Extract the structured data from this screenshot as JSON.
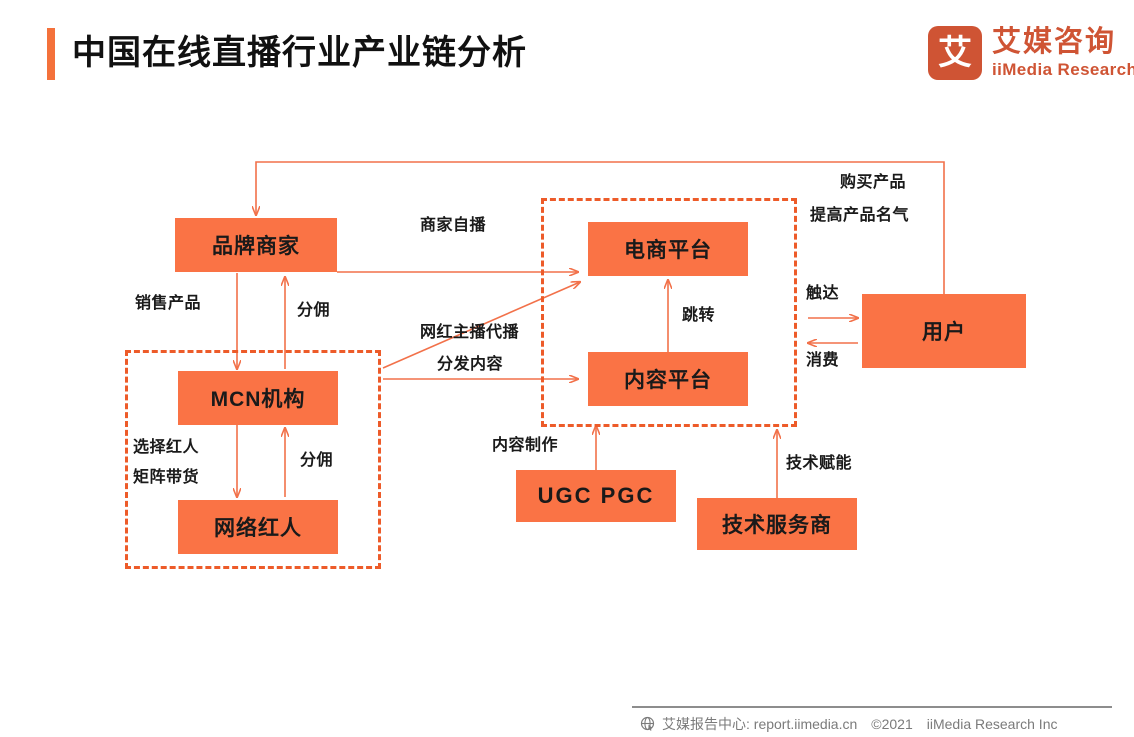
{
  "header": {
    "title": "中国在线直播行业产业链分析",
    "logo": {
      "mark": "艾",
      "cn": "艾媒咨询",
      "en": "iiMedia Research"
    },
    "accent_color": "#F4713B"
  },
  "theme": {
    "node_fill": "#FA7345",
    "dash_border": "#ED5B29",
    "wire": "#F2714A",
    "brand": "#CF5434",
    "text": "#1a1a1a"
  },
  "diagram": {
    "nodes": [
      {
        "id": "brand",
        "label": "品牌商家"
      },
      {
        "id": "mcn",
        "label": "MCN机构"
      },
      {
        "id": "influencer",
        "label": "网络红人"
      },
      {
        "id": "ecommerce",
        "label": "电商平台"
      },
      {
        "id": "content",
        "label": "内容平台"
      },
      {
        "id": "user",
        "label": "用户"
      },
      {
        "id": "ugcpgc",
        "label": "UGC PGC"
      },
      {
        "id": "techprov",
        "label": "技术服务商"
      }
    ],
    "groups": [
      {
        "id": "mcn-group",
        "label": ""
      },
      {
        "id": "platform-group",
        "label": ""
      }
    ],
    "edge_labels": [
      {
        "id": "merchant-live",
        "text": "商家自播"
      },
      {
        "id": "sell-product",
        "text": "销售产品"
      },
      {
        "id": "commission-brand",
        "text": "分佣"
      },
      {
        "id": "influencer-proxy",
        "text": "网红主播代播"
      },
      {
        "id": "distribute-content",
        "text": "分发内容"
      },
      {
        "id": "select-influencer",
        "text": "选择红人"
      },
      {
        "id": "matrix-selling",
        "text": "矩阵带货"
      },
      {
        "id": "commission-mcn",
        "text": "分佣"
      },
      {
        "id": "jump",
        "text": "跳转"
      },
      {
        "id": "reach",
        "text": "触达"
      },
      {
        "id": "consume",
        "text": "消费"
      },
      {
        "id": "buy-product",
        "text": "购买产品"
      },
      {
        "id": "raise-fame",
        "text": "提高产品名气"
      },
      {
        "id": "content-production",
        "text": "内容制作"
      },
      {
        "id": "tech-empower",
        "text": "技术赋能"
      }
    ]
  },
  "footer": {
    "source": "艾媒报告中心: report.iimedia.cn",
    "copyright": "©2021",
    "company": "iiMedia Research  Inc"
  }
}
